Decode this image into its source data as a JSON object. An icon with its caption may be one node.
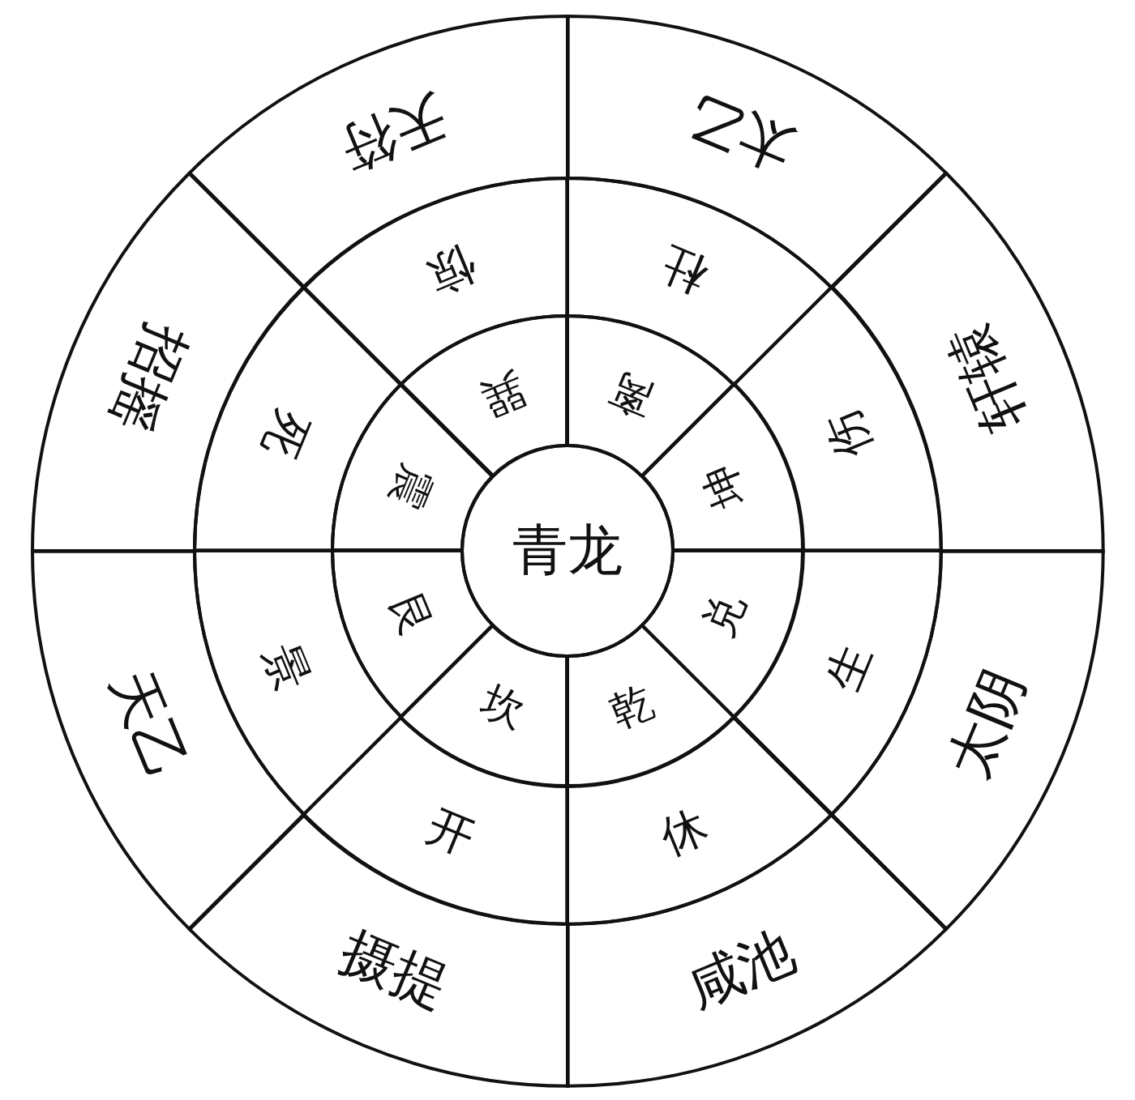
{
  "diagram": {
    "nodes": [
      {
        "text": [
          "青龙"
        ]
      },
      {
        "text": [
          "巽"
        ]
      },
      {
        "text": [
          "离"
        ]
      },
      {
        "text": [
          "坤"
        ]
      },
      {
        "text": [
          "兑"
        ]
      },
      {
        "text": [
          "乾"
        ]
      },
      {
        "text": [
          "坎"
        ]
      },
      {
        "text": [
          "艮"
        ]
      },
      {
        "text": [
          "震"
        ]
      },
      {
        "text": [
          "惊"
        ]
      },
      {
        "text": [
          "杜"
        ]
      },
      {
        "text": [
          "伤"
        ]
      },
      {
        "text": [
          "生"
        ]
      },
      {
        "text": [
          "休"
        ]
      },
      {
        "text": [
          "开"
        ]
      },
      {
        "text": [
          "景"
        ]
      },
      {
        "text": [
          "死"
        ]
      },
      {
        "text": [
          "天符"
        ]
      },
      {
        "text": [
          "太乙"
        ]
      },
      {
        "text": [
          "轩辕"
        ]
      },
      {
        "text": [
          "太阴"
        ]
      },
      {
        "text": [
          "咸池"
        ]
      },
      {
        "text": [
          "摄提"
        ]
      },
      {
        "text": [
          "天乙"
        ]
      },
      {
        "text": [
          "招摇"
        ]
      }
    ]
  }
}
